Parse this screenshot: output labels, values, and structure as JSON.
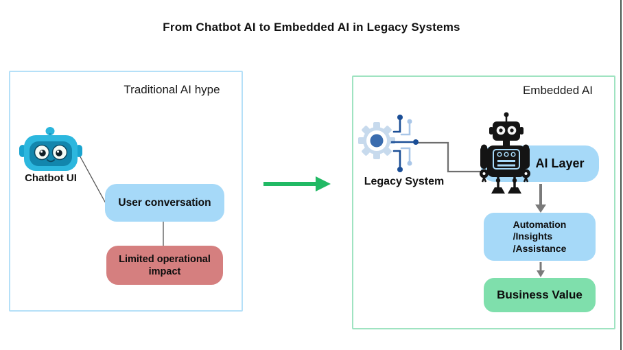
{
  "title": "From Chatbot AI to Embedded AI in Legacy Systems",
  "left_panel": {
    "heading": "Traditional AI hype",
    "chatbot_caption": "Chatbot UI",
    "user_conversation_label": "User conversation",
    "limited_impact_label": "Limited operational impact"
  },
  "right_panel": {
    "heading": "Embedded AI",
    "legacy_caption": "Legacy System",
    "ai_layer_label": "AI Layer",
    "automation_lines": [
      "Automation",
      "/Insights",
      "/Assistance"
    ],
    "business_value_label": "Business Value"
  },
  "icons": {
    "chatbot": "chatbot-robot-head-icon",
    "legacy": "gear-circuit-icon",
    "ai_robot": "black-robot-icon",
    "flow": "green-right-arrow"
  },
  "colors": {
    "node_blue": "#a6d9f8",
    "node_red": "#d57f7f",
    "node_green": "#7fdfac",
    "left_panel_border": "#b5e0f8",
    "right_panel_border": "#9fe3c1",
    "flow_arrow_green": "#21b964",
    "connector_gray": "#6e6e6e",
    "step_arrow_gray": "#7a7a7a"
  }
}
